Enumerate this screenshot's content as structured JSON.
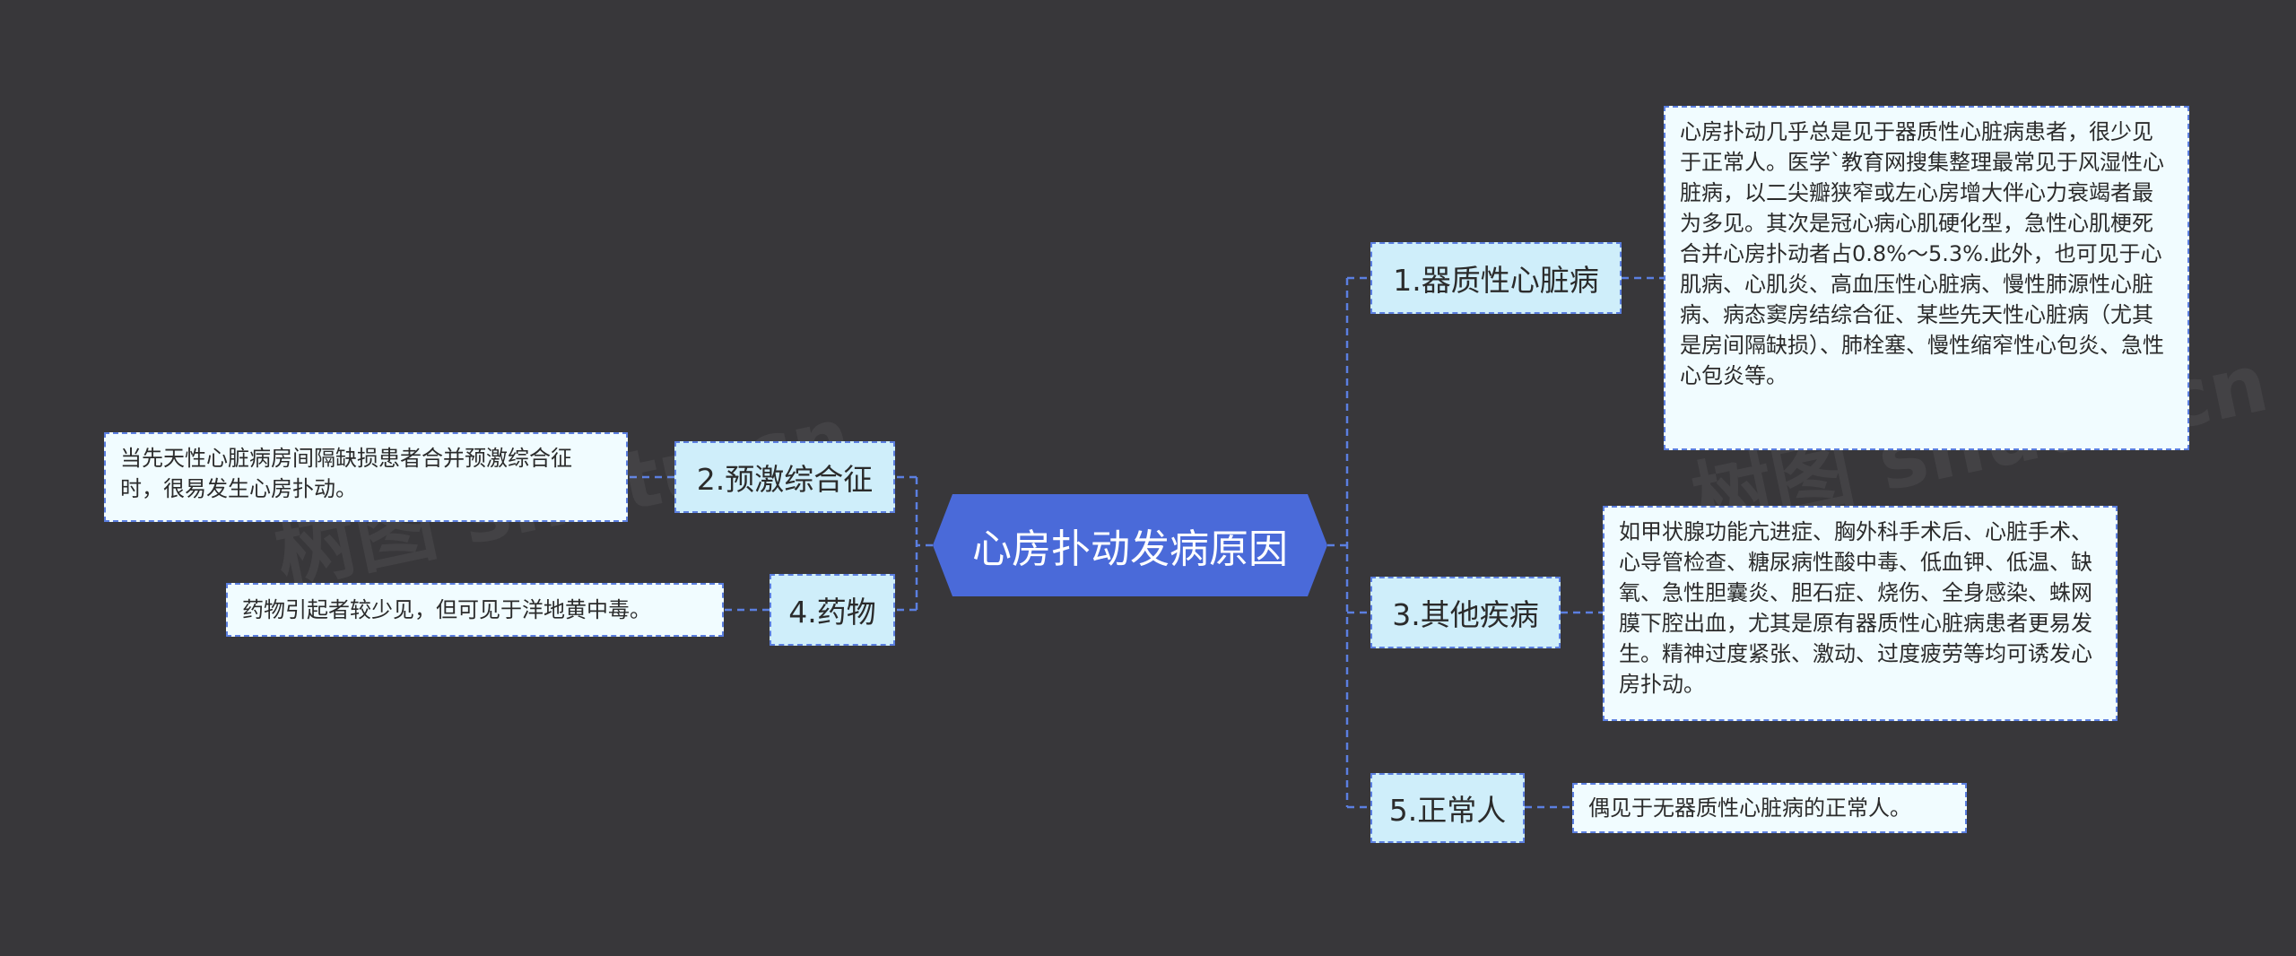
{
  "root": {
    "label": "心房扑动发病原因"
  },
  "branches": [
    {
      "label": "1.器质性心脏病",
      "leaf": "心房扑动几乎总是见于器质性心脏病患者，很少见于正常人。医学`教育网搜集整理最常见于风湿性心脏病，以二尖瓣狭窄或左心房增大伴心力衰竭者最为多见。其次是冠心病心肌硬化型，急性心肌梗死合并心房扑动者占0.8%～5.3%.此外，也可见于心肌病、心肌炎、高血压性心脏病、慢性肺源性心脏病、病态窦房结综合征、某些先天性心脏病（尤其是房间隔缺损）、肺栓塞、慢性缩窄性心包炎、急性心包炎等。"
    },
    {
      "label": "2.预激综合征",
      "leaf": "当先天性心脏病房间隔缺损患者合并预激综合征时，很易发生心房扑动。"
    },
    {
      "label": "3.其他疾病",
      "leaf": "如甲状腺功能亢进症、胸外科手术后、心脏手术、心导管检查、糖尿病性酸中毒、低血钾、低温、缺氧、急性胆囊炎、胆石症、烧伤、全身感染、蛛网膜下腔出血，尤其是原有器质性心脏病患者更易发生。精神过度紧张、激动、过度疲劳等均可诱发心房扑动。"
    },
    {
      "label": "4.药物",
      "leaf": "药物引起者较少见，但可见于洋地黄中毒。"
    },
    {
      "label": "5.正常人",
      "leaf": "偶见于无器质性心脏病的正常人。"
    }
  ],
  "watermarks": [
    "树图 shutu.cn",
    "树图 shutu.cn"
  ],
  "colors": {
    "background": "#38373a",
    "root": "#4a6ad9",
    "branch": "#cfeefa",
    "leaf": "#f1fcff",
    "link": "#5b7fe0"
  }
}
